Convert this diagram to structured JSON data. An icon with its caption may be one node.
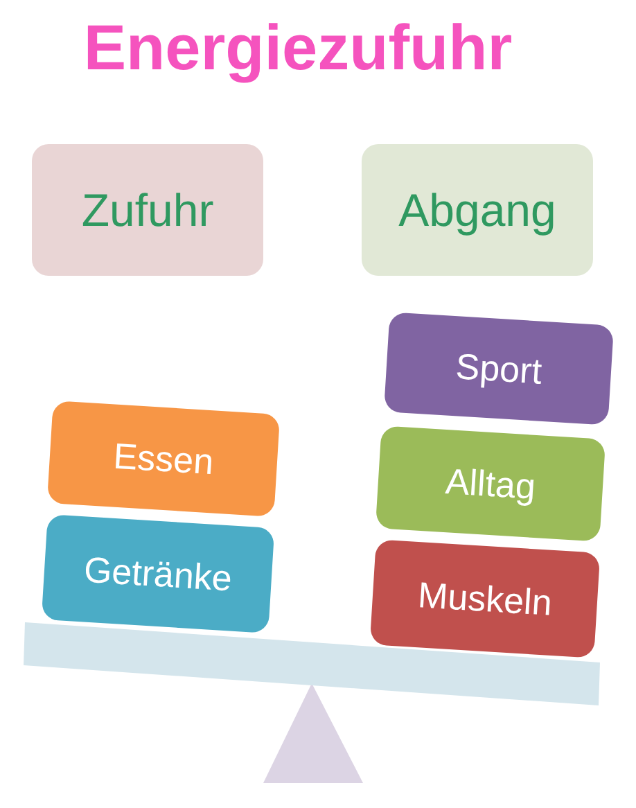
{
  "diagram": {
    "title": "Energiezufuhr",
    "nodes": [
      {
        "text": [
          "Zufuhr"
        ]
      },
      {
        "text": [
          "Abgang"
        ]
      },
      {
        "text": [
          "Essen"
        ]
      },
      {
        "text": [
          "Getränke"
        ]
      },
      {
        "text": [
          "Sport"
        ]
      },
      {
        "text": [
          "Alltag"
        ]
      },
      {
        "text": [
          "Muskeln"
        ]
      }
    ]
  }
}
